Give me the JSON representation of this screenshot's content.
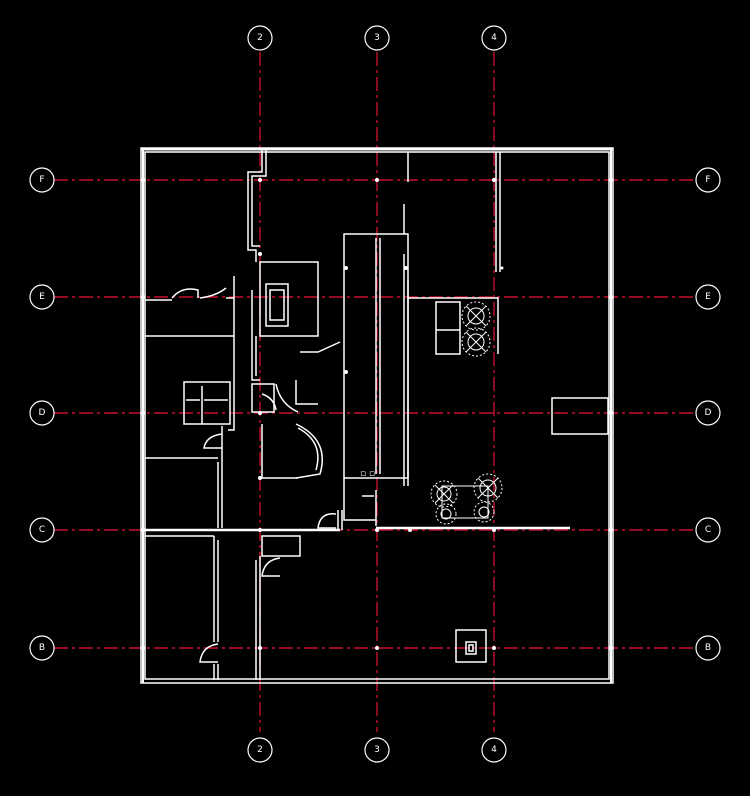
{
  "colors": {
    "background": "#000000",
    "grid_line": "#c8102e",
    "wall": "#ffffff",
    "bubble_stroke": "#ffffff",
    "bubble_text": "#ffffff"
  },
  "grid": {
    "vertical": [
      {
        "label": "2"
      },
      {
        "label": "3"
      },
      {
        "label": "4"
      }
    ],
    "horizontal": [
      {
        "label": "F"
      },
      {
        "label": "E"
      },
      {
        "label": "D"
      },
      {
        "label": "C"
      },
      {
        "label": "B"
      }
    ]
  },
  "annotation": {
    "small_text": "▫ ▫"
  }
}
